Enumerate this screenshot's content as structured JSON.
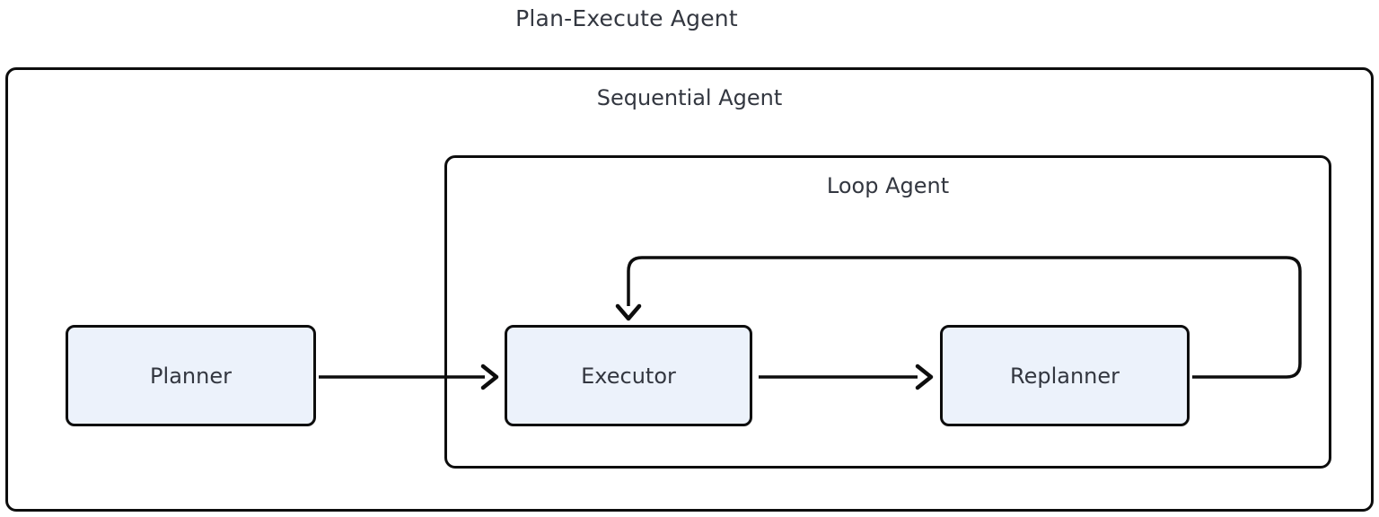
{
  "diagram": {
    "title": "Plan-Execute Agent",
    "containers": [
      {
        "id": "sequential-agent",
        "label": "Sequential Agent"
      },
      {
        "id": "loop-agent",
        "label": "Loop Agent"
      }
    ],
    "nodes": [
      {
        "id": "planner",
        "label": "Planner"
      },
      {
        "id": "executor",
        "label": "Executor"
      },
      {
        "id": "replanner",
        "label": "Replanner"
      }
    ],
    "edges": [
      {
        "from": "planner",
        "to": "executor",
        "type": "straight-arrow"
      },
      {
        "from": "executor",
        "to": "replanner",
        "type": "straight-arrow"
      },
      {
        "from": "replanner",
        "to": "executor",
        "type": "loop-back-arrow"
      }
    ],
    "colors": {
      "background": "#FFFFFF",
      "node_fill": "#ECF2FB",
      "stroke": "#0D0D0D",
      "text": "#333740"
    }
  }
}
